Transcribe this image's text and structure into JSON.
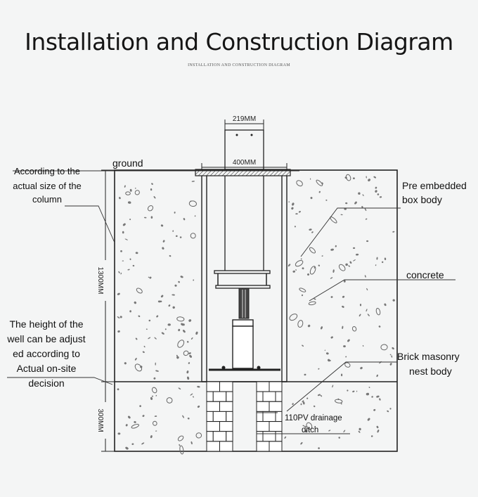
{
  "title": "Installation and Construction Diagram",
  "subtitle": "INSTALLATION AND CONSTRUCTION DIAGRAM",
  "dimensions": {
    "column_width": "219MM",
    "box_width": "400MM",
    "well_depth": "1300MM",
    "base_depth": "300MM"
  },
  "labels": {
    "ground": "ground",
    "column_size": [
      "According to the",
      "actual size of the",
      "column"
    ],
    "well_height": [
      "The height of the",
      "well can be adjust",
      "ed according to",
      "Actual on-site",
      "decision"
    ],
    "pre_embedded": [
      "Pre embedded",
      "box body"
    ],
    "concrete": "concrete",
    "brick": [
      "Brick masonry",
      "nest body"
    ],
    "drainage": [
      "110PV drainage",
      "ditch"
    ]
  },
  "colors": {
    "line": "#222222",
    "concrete_speck": "#6a6a6a",
    "background": "#f4f5f5"
  }
}
